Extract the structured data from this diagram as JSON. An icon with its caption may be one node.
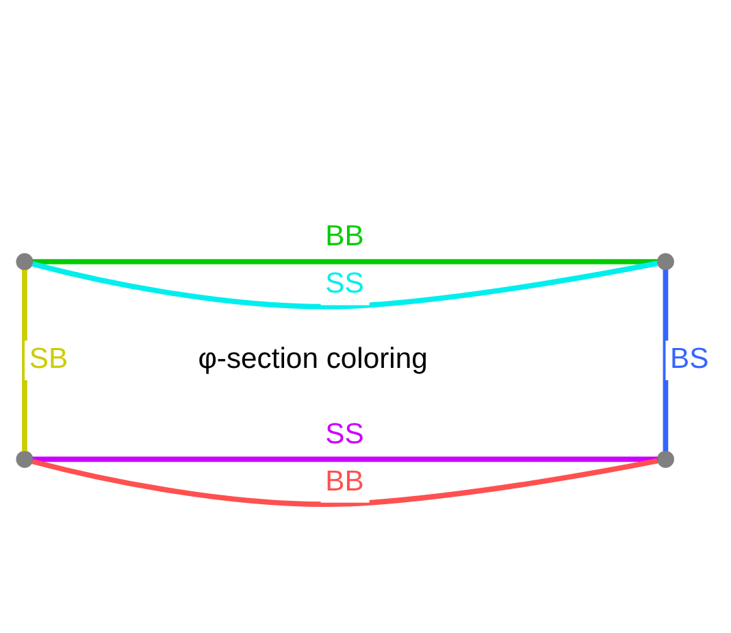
{
  "diagram": {
    "nodes": [
      {
        "text": [],
        "shape": "circle"
      },
      {
        "text": [],
        "shape": "circle"
      },
      {
        "text": [],
        "shape": "circle"
      },
      {
        "text": [],
        "shape": "circle"
      }
    ],
    "edges": [
      {
        "from": 0,
        "to": 1,
        "arrow": "none",
        "label": "BB",
        "color": "#00cc00"
      },
      {
        "from": 0,
        "to": 1,
        "arrow": "none",
        "label": "SS",
        "color": "#00eeee"
      },
      {
        "from": 0,
        "to": 2,
        "arrow": "none",
        "label": "SB",
        "color": "#cccc00"
      },
      {
        "from": 1,
        "to": 3,
        "arrow": "none",
        "label": "BS",
        "color": "#3366ff"
      },
      {
        "from": 2,
        "to": 3,
        "arrow": "none",
        "label": "SS",
        "color": "#cc00ff"
      },
      {
        "from": 2,
        "to": 3,
        "arrow": "none",
        "label": "BB",
        "color": "#ff5050"
      }
    ],
    "labels": [
      "φ-section coloring"
    ]
  }
}
